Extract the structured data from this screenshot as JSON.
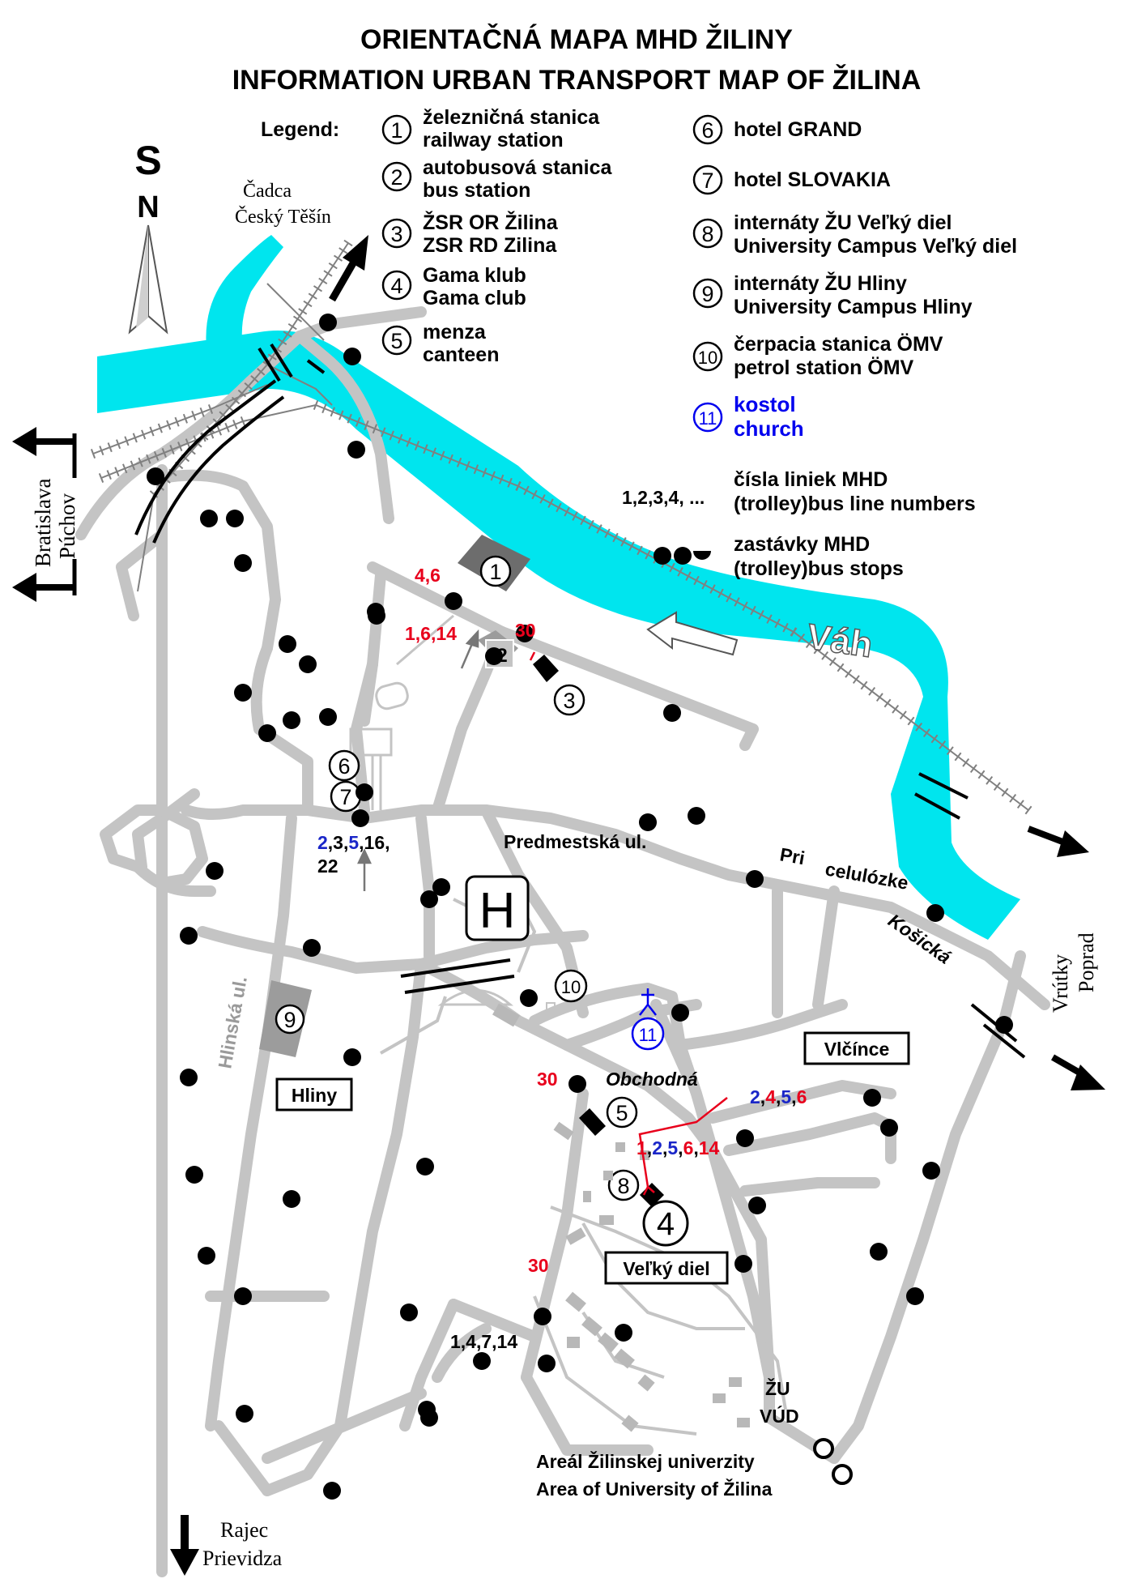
{
  "title": {
    "line1": "ORIENTAČNÁ  MAPA MHD ŽILINY",
    "line2": "INFORMATION  URBAN  TRANSPORT  MAP OF ŽILINA"
  },
  "legend": {
    "heading": "Legend:",
    "items": [
      {
        "num": "1",
        "sk": "železničná stanica",
        "en": "railway station"
      },
      {
        "num": "2",
        "sk": "autobusová stanica",
        "en": "bus station"
      },
      {
        "num": "3",
        "sk": "ŽSR OR Žilina",
        "en": "ZSR RD Zilina"
      },
      {
        "num": "4",
        "sk": "Gama klub",
        "en": "Gama club"
      },
      {
        "num": "5",
        "sk": "menza",
        "en": "canteen"
      },
      {
        "num": "6",
        "sk": "hotel GRAND",
        "en": ""
      },
      {
        "num": "7",
        "sk": "hotel SLOVAKIA",
        "en": ""
      },
      {
        "num": "8",
        "sk": "internáty ŽU Veľký diel",
        "en": "University Campus Veľký diel"
      },
      {
        "num": "9",
        "sk": "internáty ŽU Hliny",
        "en": "University Campus Hliny"
      },
      {
        "num": "10",
        "sk": "čerpacia stanica ÖMV",
        "en": "petrol station ÖMV"
      },
      {
        "num": "11",
        "sk": "kostol",
        "en": "church"
      }
    ],
    "line_numbers_example": "1,2,3,4, ...",
    "line_numbers_sk": "čísla liniek MHD",
    "line_numbers_en": "(trolley)bus line numbers",
    "stops_sk": "zastávky MHD",
    "stops_en": "(trolley)bus stops"
  },
  "compass": {
    "top": "S",
    "bottom": "N"
  },
  "directions": {
    "north_1": "Čadca",
    "north_2": "Český Těšín",
    "west_1": "Bratislava",
    "west_2": "Púchov",
    "east_1": "Vrútky",
    "east_2": "Poprad",
    "south_1": "Rajec",
    "south_2": "Prievidza"
  },
  "places": {
    "river": "Váh",
    "street_predmestska": "Predmestská ul.",
    "street_pri_1": "Pri",
    "street_pri_2": "celulózke",
    "street_kosicka": "Košická",
    "street_hlinska": "Hlinská ul.",
    "street_obchodna": "Obchodná",
    "district_vlcince": "Vlčínce",
    "district_hliny": "Hliny",
    "district_velky_diel": "Veľký diel",
    "hospital": "H",
    "zu_vud_1": "ŽU",
    "zu_vud_2": "VÚD",
    "university_sk": "Areál Žilinskej univerzity",
    "university_en": "Area of University of Žilina"
  },
  "line_labels": {
    "rail_46": "4,6",
    "bus_16614": "1,6,14",
    "bus_30_top": "30",
    "hotel_p1": "2",
    "hotel_p2": ",3,",
    "hotel_p3": "5",
    "hotel_p4": ",16,",
    "hotel_p5": "22",
    "obchodna_30": "30",
    "vel_p1": "2",
    "vel_p2": ",",
    "vel_p3": "4",
    "vel_p4": ",",
    "vel_p5": "5",
    "vel_p6": ",",
    "vel_p7": "6",
    "campus_p1": "1",
    "campus_p2": ",",
    "campus_p3": "2",
    "campus_p4": ",",
    "campus_p5": "5",
    "campus_p6": ",",
    "campus_p7": "6",
    "campus_p8": ",",
    "campus_p9": "14",
    "diel_30": "30",
    "south_lines": "1,4,7,14"
  },
  "map_points": {
    "p1": "1",
    "p2": "2",
    "p3": "3",
    "p4": "4",
    "p5": "5",
    "p6": "6",
    "p7": "7",
    "p8": "8",
    "p9": "9",
    "p10": "10",
    "p11": "11"
  },
  "colors": {
    "river": "#00e5ee",
    "road": "#c4c4c4",
    "red_line": "#e8001c",
    "blue_line": "#1a26c8",
    "church": "#0000ee"
  }
}
